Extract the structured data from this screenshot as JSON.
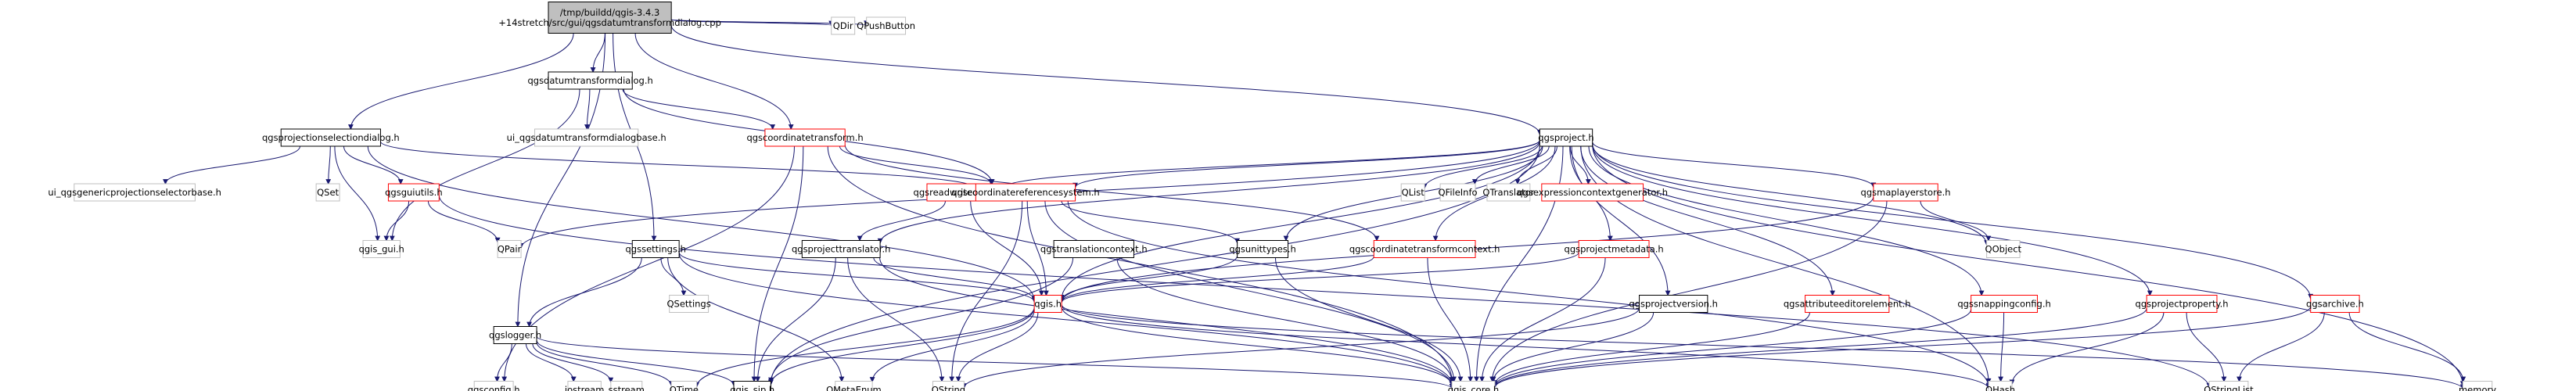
{
  "graph": {
    "nodes": [
      {
        "id": "root",
        "lines": [
          "/tmp/buildd/qgis-3.4.3",
          "+14stretch/src/gui/qgsdatumtransformdialog.cpp"
        ],
        "kind": "root"
      },
      {
        "id": "qdir",
        "lines": [
          "QDir"
        ],
        "kind": "external"
      },
      {
        "id": "qpushbutton",
        "lines": [
          "QPushButton"
        ],
        "kind": "external"
      },
      {
        "id": "qgsdatumtransformdialog_h",
        "lines": [
          "qgsdatumtransformdialog.h"
        ],
        "kind": "header"
      },
      {
        "id": "qgsprojectionselectiondialog_h",
        "lines": [
          "qgsprojectionselectiondialog.h"
        ],
        "kind": "header"
      },
      {
        "id": "ui_datum",
        "lines": [
          "ui_qgsdatumtransformdialogbase.h"
        ],
        "kind": "external"
      },
      {
        "id": "qgscoordinatetransform_h",
        "lines": [
          "qgscoordinatetransform.h"
        ],
        "kind": "truncated"
      },
      {
        "id": "qgsproject_h",
        "lines": [
          "qgsproject.h"
        ],
        "kind": "header"
      },
      {
        "id": "ui_generic",
        "lines": [
          "ui_qgsgenericprojectionselectorbase.h"
        ],
        "kind": "external"
      },
      {
        "id": "qset",
        "lines": [
          "QSet"
        ],
        "kind": "external"
      },
      {
        "id": "qgsguiutils_h",
        "lines": [
          "qgsguiutils.h"
        ],
        "kind": "truncated"
      },
      {
        "id": "qgsreadwritecontext_h",
        "lines": [
          "qgsreadwritecontext.h"
        ],
        "kind": "truncated"
      },
      {
        "id": "qgscrs_h",
        "lines": [
          "qgscoordinatereferencesystem.h"
        ],
        "kind": "truncated"
      },
      {
        "id": "qlist",
        "lines": [
          "QList"
        ],
        "kind": "external"
      },
      {
        "id": "qfileinfo",
        "lines": [
          "QFileInfo"
        ],
        "kind": "external"
      },
      {
        "id": "qtranslator",
        "lines": [
          "QTranslator"
        ],
        "kind": "external"
      },
      {
        "id": "qgsexprctxgen_h",
        "lines": [
          "qgsexpressioncontextgenerator.h"
        ],
        "kind": "truncated"
      },
      {
        "id": "qgsmaplayerstore_h",
        "lines": [
          "qgsmaplayerstore.h"
        ],
        "kind": "truncated"
      },
      {
        "id": "qgis_gui_h",
        "lines": [
          "qgis_gui.h"
        ],
        "kind": "external"
      },
      {
        "id": "qpair",
        "lines": [
          "QPair"
        ],
        "kind": "external"
      },
      {
        "id": "qgssettings_h",
        "lines": [
          "qgssettings.h"
        ],
        "kind": "header"
      },
      {
        "id": "qgsprojecttranslator_h",
        "lines": [
          "qgsprojecttranslator.h"
        ],
        "kind": "header"
      },
      {
        "id": "qgstranslationcontext_h",
        "lines": [
          "qgstranslationcontext.h"
        ],
        "kind": "header"
      },
      {
        "id": "qgsunittypes_h",
        "lines": [
          "qgsunittypes.h"
        ],
        "kind": "header"
      },
      {
        "id": "qgsctcontext_h",
        "lines": [
          "qgscoordinatetransformcontext.h"
        ],
        "kind": "truncated"
      },
      {
        "id": "qgsprojectmetadata_h",
        "lines": [
          "qgsprojectmetadata.h"
        ],
        "kind": "truncated"
      },
      {
        "id": "qobject",
        "lines": [
          "QObject"
        ],
        "kind": "external"
      },
      {
        "id": "qsettings",
        "lines": [
          "QSettings"
        ],
        "kind": "external"
      },
      {
        "id": "qgis_h",
        "lines": [
          "qgis.h"
        ],
        "kind": "truncated"
      },
      {
        "id": "qgsprojectversion_h",
        "lines": [
          "qgsprojectversion.h"
        ],
        "kind": "header"
      },
      {
        "id": "qgsattreditelem_h",
        "lines": [
          "qgsattributeeditorelement.h"
        ],
        "kind": "truncated"
      },
      {
        "id": "qgssnappingconfig_h",
        "lines": [
          "qgssnappingconfig.h"
        ],
        "kind": "truncated"
      },
      {
        "id": "qgsprojectproperty_h",
        "lines": [
          "qgsprojectproperty.h"
        ],
        "kind": "truncated"
      },
      {
        "id": "qgsarchive_h",
        "lines": [
          "qgsarchive.h"
        ],
        "kind": "truncated"
      },
      {
        "id": "qgslogger_h",
        "lines": [
          "qgslogger.h"
        ],
        "kind": "header"
      },
      {
        "id": "qgsconfig_h",
        "lines": [
          "qgsconfig.h"
        ],
        "kind": "external"
      },
      {
        "id": "iostream",
        "lines": [
          "iostream"
        ],
        "kind": "external"
      },
      {
        "id": "sstream",
        "lines": [
          "sstream"
        ],
        "kind": "external"
      },
      {
        "id": "qtime",
        "lines": [
          "QTime"
        ],
        "kind": "external"
      },
      {
        "id": "qgis_sip_h",
        "lines": [
          "qgis_sip.h"
        ],
        "kind": "header"
      },
      {
        "id": "qmetaenum",
        "lines": [
          "QMetaEnum"
        ],
        "kind": "external"
      },
      {
        "id": "qstring",
        "lines": [
          "QString"
        ],
        "kind": "external"
      },
      {
        "id": "qgis_core_h",
        "lines": [
          "qgis_core.h"
        ],
        "kind": "external"
      },
      {
        "id": "qhash",
        "lines": [
          "QHash"
        ],
        "kind": "external"
      },
      {
        "id": "qstringlist",
        "lines": [
          "QStringList"
        ],
        "kind": "external"
      },
      {
        "id": "memory",
        "lines": [
          "memory"
        ],
        "kind": "external"
      }
    ],
    "edges": [
      [
        "root",
        "qdir"
      ],
      [
        "root",
        "qpushbutton"
      ],
      [
        "root",
        "qgsdatumtransformdialog_h"
      ],
      [
        "root",
        "qgsprojectionselectiondialog_h"
      ],
      [
        "root",
        "qgscoordinatetransform_h"
      ],
      [
        "root",
        "qgsproject_h"
      ],
      [
        "root",
        "qgssettings_h"
      ],
      [
        "root",
        "qgslogger_h"
      ],
      [
        "qgsdatumtransformdialog_h",
        "ui_datum"
      ],
      [
        "qgsdatumtransformdialog_h",
        "qgscoordinatetransform_h"
      ],
      [
        "qgsdatumtransformdialog_h",
        "qgscrs_h"
      ],
      [
        "qgsdatumtransformdialog_h",
        "qgis_gui_h"
      ],
      [
        "qgsprojectionselectiondialog_h",
        "ui_generic"
      ],
      [
        "qgsprojectionselectiondialog_h",
        "qset"
      ],
      [
        "qgsprojectionselectiondialog_h",
        "qgsguiutils_h"
      ],
      [
        "qgsprojectionselectiondialog_h",
        "qgscrs_h"
      ],
      [
        "qgsprojectionselectiondialog_h",
        "qgis_gui_h"
      ],
      [
        "qgsprojectionselectiondialog_h",
        "qgis_h"
      ],
      [
        "qgscoordinatetransform_h",
        "qgscrs_h"
      ],
      [
        "qgscoordinatetransform_h",
        "qgsctcontext_h"
      ],
      [
        "qgscoordinatetransform_h",
        "qgis_core_h"
      ],
      [
        "qgscoordinatetransform_h",
        "qgis_sip_h"
      ],
      [
        "qgscoordinatetransform_h",
        "qgsconfig_h"
      ],
      [
        "qgsguiutils_h",
        "qgis_gui_h"
      ],
      [
        "qgsguiutils_h",
        "qpair"
      ],
      [
        "qgsguiutils_h",
        "qstringlist"
      ],
      [
        "qgsproject_h",
        "qgsreadwritecontext_h"
      ],
      [
        "qgsproject_h",
        "qgscrs_h"
      ],
      [
        "qgsproject_h",
        "qlist"
      ],
      [
        "qgsproject_h",
        "qfileinfo"
      ],
      [
        "qgsproject_h",
        "qtranslator"
      ],
      [
        "qgsproject_h",
        "qgsexprctxgen_h"
      ],
      [
        "qgsproject_h",
        "qgsmaplayerstore_h"
      ],
      [
        "qgsproject_h",
        "qpair"
      ],
      [
        "qgsproject_h",
        "qgsprojecttranslator_h"
      ],
      [
        "qgsproject_h",
        "qgsunittypes_h"
      ],
      [
        "qgsproject_h",
        "qgsctcontext_h"
      ],
      [
        "qgsproject_h",
        "qgsprojectmetadata_h"
      ],
      [
        "qgsproject_h",
        "qgsprojectversion_h"
      ],
      [
        "qgsproject_h",
        "qgsattreditelem_h"
      ],
      [
        "qgsproject_h",
        "qgssnappingconfig_h"
      ],
      [
        "qgsproject_h",
        "qgsprojectproperty_h"
      ],
      [
        "qgsproject_h",
        "qgsarchive_h"
      ],
      [
        "qgsproject_h",
        "qgis_h"
      ],
      [
        "qgsproject_h",
        "qgis_core_h"
      ],
      [
        "qgsproject_h",
        "qgis_sip_h"
      ],
      [
        "qgsproject_h",
        "qhash"
      ],
      [
        "qgsproject_h",
        "qobject"
      ],
      [
        "qgsproject_h",
        "memory"
      ],
      [
        "qgsreadwritecontext_h",
        "qgsprojecttranslator_h"
      ],
      [
        "qgsreadwritecontext_h",
        "qgis_h"
      ],
      [
        "qgscrs_h",
        "qgsunittypes_h"
      ],
      [
        "qgscrs_h",
        "qgis_h"
      ],
      [
        "qgscrs_h",
        "qstring"
      ],
      [
        "qgscrs_h",
        "qgis_core_h"
      ],
      [
        "qgscrs_h",
        "qhash"
      ],
      [
        "qgsmaplayerstore_h",
        "qobject"
      ],
      [
        "qgsmaplayerstore_h",
        "qgis_h"
      ],
      [
        "qgsmaplayerstore_h",
        "qgis_core_h"
      ],
      [
        "qgssettings_h",
        "qsettings"
      ],
      [
        "qgssettings_h",
        "qgis_h"
      ],
      [
        "qgssettings_h",
        "qgis_core_h"
      ],
      [
        "qgssettings_h",
        "qgslogger_h"
      ],
      [
        "qgssettings_h",
        "qmetaenum"
      ],
      [
        "qgsprojecttranslator_h",
        "qgis_h"
      ],
      [
        "qgsprojecttranslator_h",
        "qstring"
      ],
      [
        "qgsprojecttranslator_h",
        "qgis_core_h"
      ],
      [
        "qgsprojecttranslator_h",
        "qgis_sip_h"
      ],
      [
        "qgstranslationcontext_h",
        "qgis_core_h"
      ],
      [
        "qgstranslationcontext_h",
        "qgis_sip_h"
      ],
      [
        "qgsunittypes_h",
        "qgis_h"
      ],
      [
        "qgsunittypes_h",
        "qgis_core_h"
      ],
      [
        "qgsctcontext_h",
        "qgis_core_h"
      ],
      [
        "qgsctcontext_h",
        "qgis_h"
      ],
      [
        "qgsprojectmetadata_h",
        "qgis_h"
      ],
      [
        "qgsprojectmetadata_h",
        "qgis_core_h"
      ],
      [
        "qgis_h",
        "qgis_core_h"
      ],
      [
        "qgis_h",
        "qgis_sip_h"
      ],
      [
        "qgis_h",
        "qtime"
      ],
      [
        "qgis_h",
        "qmetaenum"
      ],
      [
        "qgis_h",
        "qstring"
      ],
      [
        "qgis_h",
        "qhash"
      ],
      [
        "qgis_h",
        "memory"
      ],
      [
        "qgsprojectversion_h",
        "qgis_core_h"
      ],
      [
        "qgsprojectversion_h",
        "qstring"
      ],
      [
        "qgsattreditelem_h",
        "qgis_core_h"
      ],
      [
        "qgssnappingconfig_h",
        "qgis_core_h"
      ],
      [
        "qgssnappingconfig_h",
        "qhash"
      ],
      [
        "qgsprojectproperty_h",
        "qgis_core_h"
      ],
      [
        "qgsprojectproperty_h",
        "qhash"
      ],
      [
        "qgsprojectproperty_h",
        "qstringlist"
      ],
      [
        "qgsarchive_h",
        "qgis_core_h"
      ],
      [
        "qgsarchive_h",
        "qstringlist"
      ],
      [
        "qgsarchive_h",
        "memory"
      ],
      [
        "qgslogger_h",
        "qgsconfig_h"
      ],
      [
        "qgslogger_h",
        "iostream"
      ],
      [
        "qgslogger_h",
        "sstream"
      ],
      [
        "qgslogger_h",
        "qtime"
      ],
      [
        "qgslogger_h",
        "qgis_sip_h"
      ],
      [
        "qgslogger_h",
        "qgis_core_h"
      ]
    ]
  },
  "colors": {
    "edge": "#191970",
    "root_fill": "#bfbfbf",
    "node_fill": "#ffffff",
    "header_border": "#000000",
    "truncated_border": "#ff0000",
    "external_border": "#bfbfbf"
  }
}
